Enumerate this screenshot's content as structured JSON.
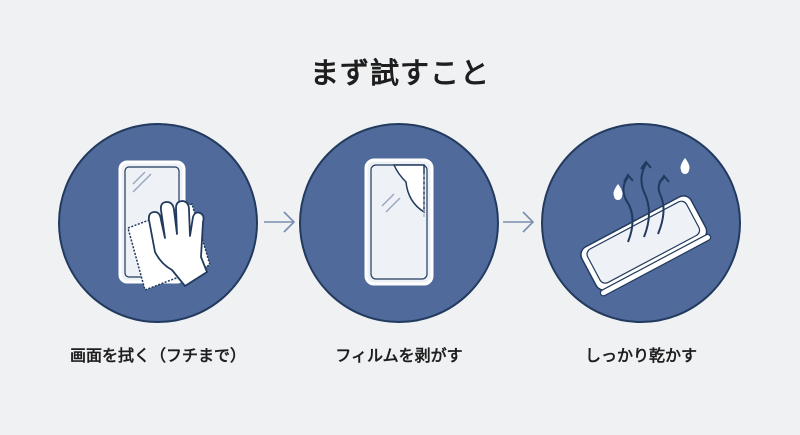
{
  "title": "まず試すこと",
  "colors": {
    "circle": "#506a9b",
    "circle_border": "#223a5e",
    "icon": "#ffffff",
    "arrow": "#7a8db0",
    "background": "#f0f1f3"
  },
  "steps": [
    {
      "label": "画面を拭く（フチまで）",
      "icon": "wipe-screen-icon"
    },
    {
      "label": "フィルムを剥がす",
      "icon": "peel-film-icon"
    },
    {
      "label": "しっかり乾かす",
      "icon": "dry-phone-icon"
    }
  ]
}
